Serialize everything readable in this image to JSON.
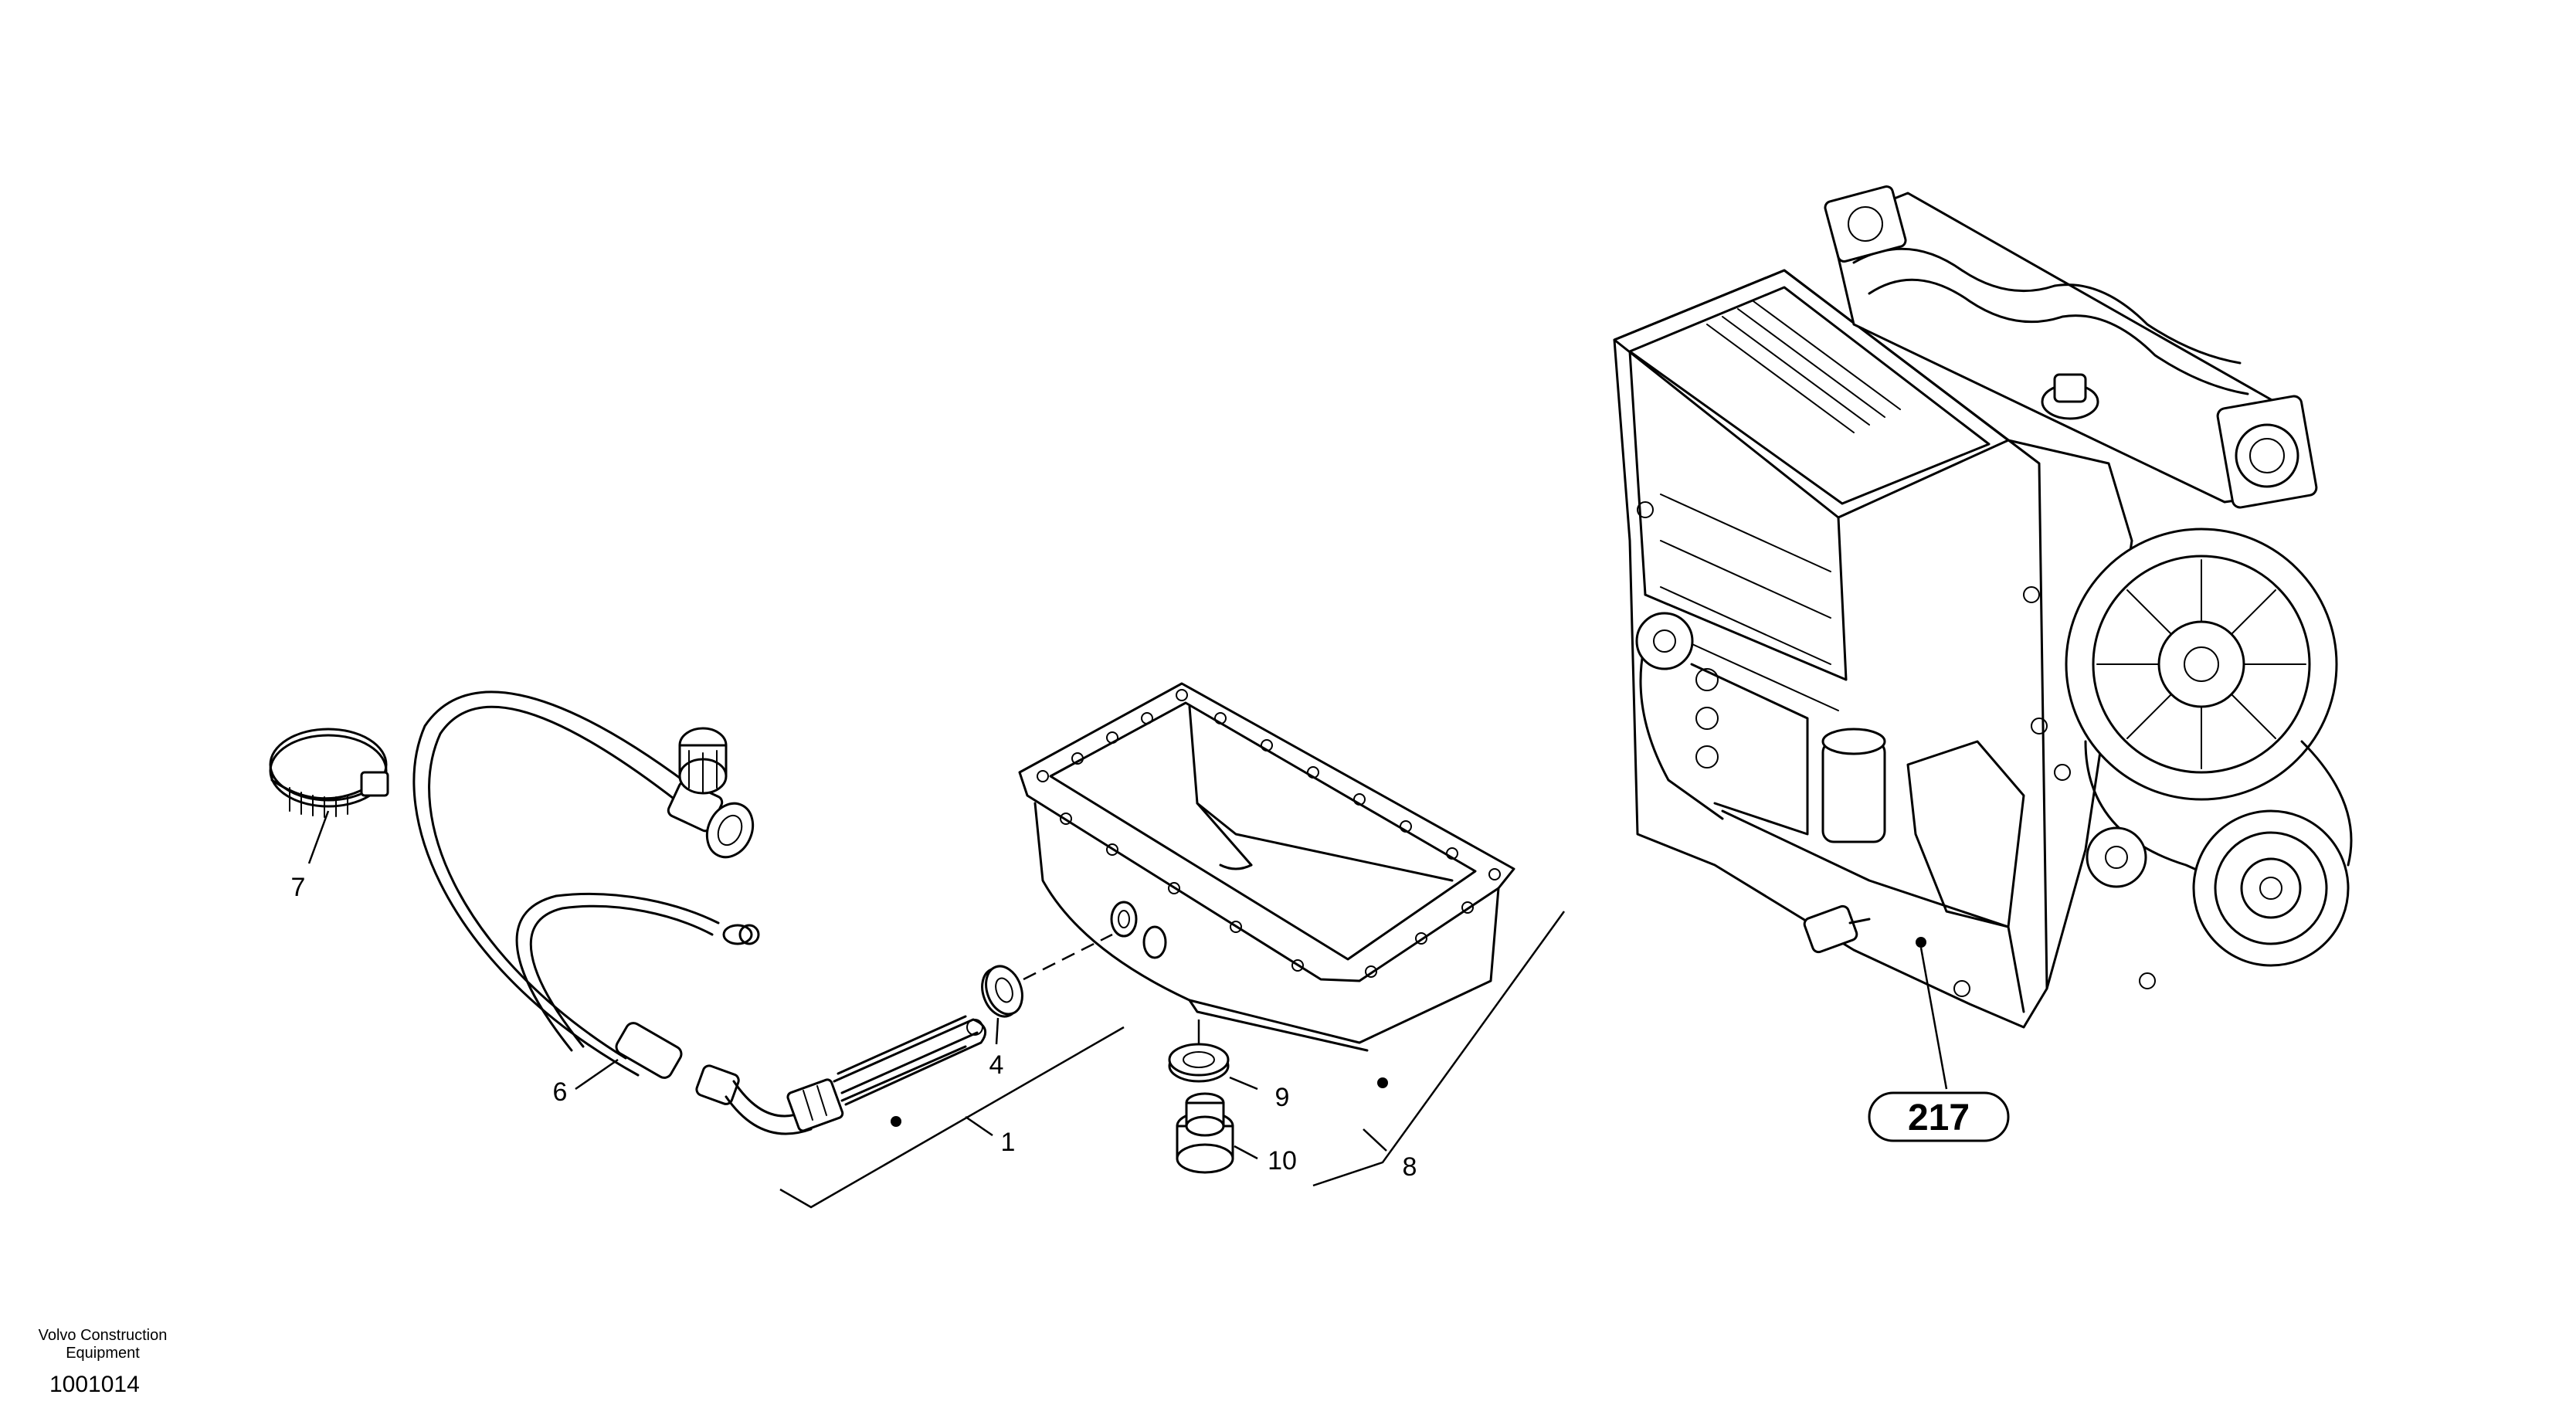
{
  "callouts": [
    {
      "id": "7",
      "text": "7"
    },
    {
      "id": "6",
      "text": "6"
    },
    {
      "id": "4",
      "text": "4"
    },
    {
      "id": "1",
      "text": "1"
    },
    {
      "id": "9",
      "text": "9"
    },
    {
      "id": "10",
      "text": "10"
    },
    {
      "id": "8",
      "text": "8"
    }
  ],
  "reference_badge": "217",
  "footer": {
    "brand_line1": "Volvo Construction",
    "brand_line2": "Equipment",
    "drawing_number": "1001014"
  },
  "colors": {
    "line": "#000000",
    "background": "#ffffff"
  }
}
